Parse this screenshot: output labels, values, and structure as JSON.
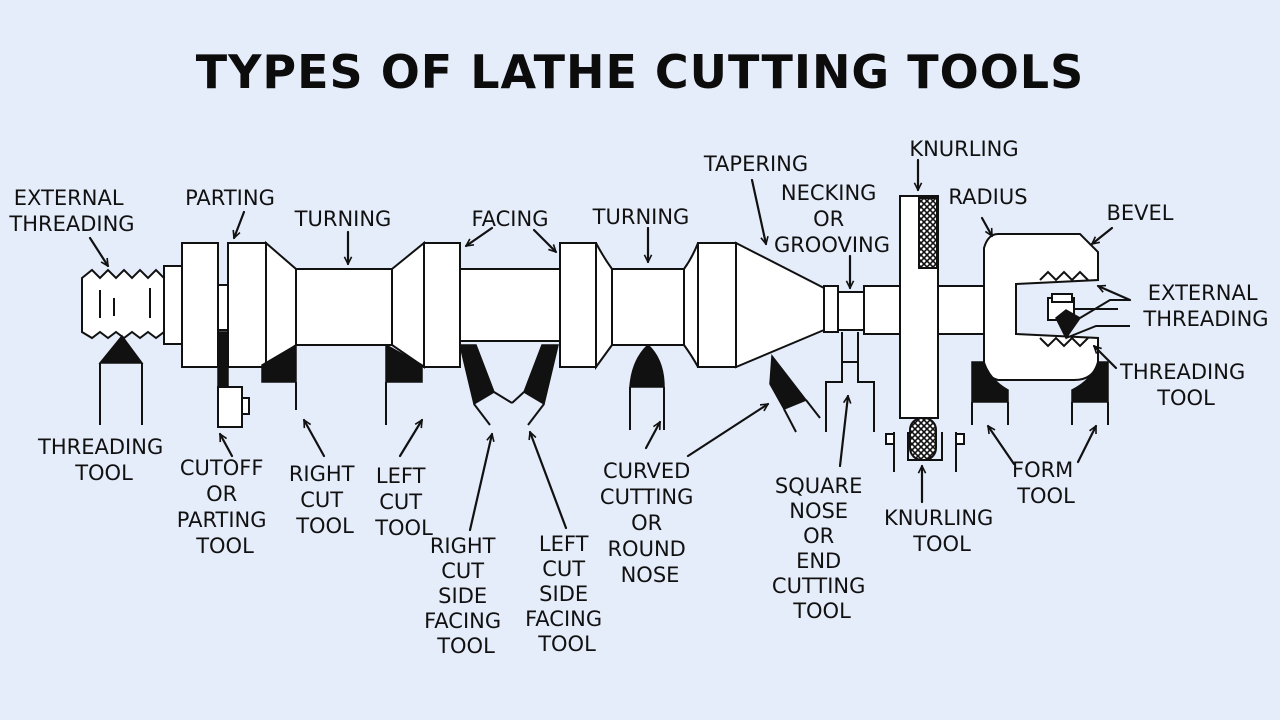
{
  "title": "TYPES OF LATHE CUTTING TOOLS",
  "operations": {
    "external_threading": [
      "EXTERNAL",
      "THREADING"
    ],
    "parting": "PARTING",
    "turning_1": "TURNING",
    "facing": "FACING",
    "turning_2": "TURNING",
    "tapering": "TAPERING",
    "necking": [
      "NECKING",
      "OR",
      "GROOVING"
    ],
    "knurling": "KNURLING",
    "radius": "RADIUS",
    "bevel": "BEVEL",
    "external_threading_right": [
      "EXTERNAL",
      "THREADING"
    ]
  },
  "tools": {
    "threading_tool": [
      "THREADING",
      "TOOL"
    ],
    "cutoff_tool": [
      "CUTOFF",
      "OR",
      "PARTING",
      "TOOL"
    ],
    "right_cut_tool": [
      "RIGHT",
      "CUT",
      "TOOL"
    ],
    "left_cut_tool": [
      "LEFT",
      "CUT",
      "TOOL"
    ],
    "right_facing_tool": [
      "RIGHT",
      "CUT",
      "SIDE",
      "FACING",
      "TOOL"
    ],
    "left_facing_tool": [
      "LEFT",
      "CUT",
      "SIDE",
      "FACING",
      "TOOL"
    ],
    "curved_tool": [
      "CURVED",
      "CUTTING",
      "OR",
      "ROUND",
      "NOSE"
    ],
    "square_nose_tool": [
      "SQUARE",
      "NOSE",
      "OR",
      "END",
      "CUTTING",
      "TOOL"
    ],
    "knurling_tool": [
      "KNURLING",
      "TOOL"
    ],
    "form_tool": [
      "FORM",
      "TOOL"
    ],
    "threading_tool_right": [
      "THREADING",
      "TOOL"
    ]
  }
}
